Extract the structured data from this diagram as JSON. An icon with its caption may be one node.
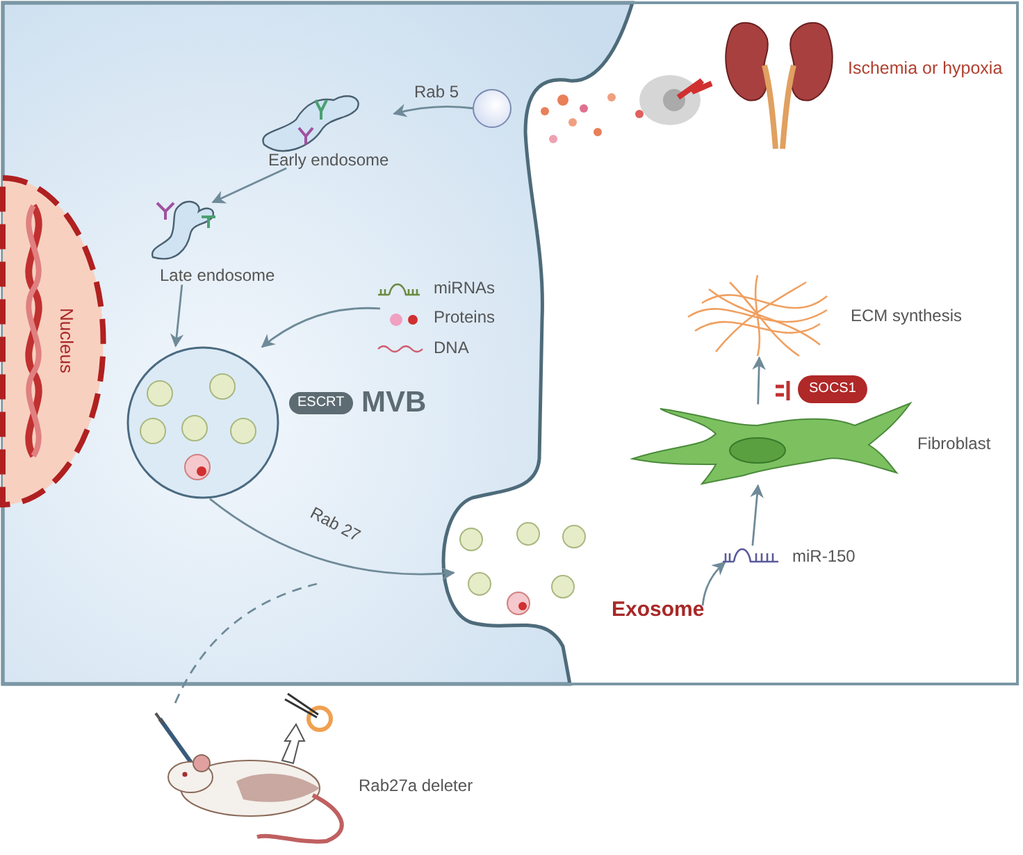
{
  "diagram": {
    "nodes": [
      {
        "text": [],
        "shape": "circle"
      },
      {
        "text": [
          "Early endosome"
        ]
      },
      {
        "text": [
          "Late endosome"
        ]
      },
      {
        "text": [
          "MVB"
        ]
      },
      {
        "text": [
          "ESCRT"
        ]
      },
      {
        "text": [
          "miRNAs",
          "Proteins",
          "DNA"
        ]
      },
      {
        "text": [
          "Exosome"
        ]
      },
      {
        "text": [
          "miR-150"
        ]
      },
      {
        "text": [
          "Fibroblast"
        ]
      },
      {
        "text": [
          "ECM synthesis"
        ]
      },
      {
        "text": [
          "SOCS1"
        ]
      },
      {
        "text": [
          "Ischemia or hypoxia"
        ]
      },
      {
        "text": [
          "Nucleus"
        ]
      },
      {
        "text": [
          "Rab27a deleter"
        ]
      }
    ],
    "edges": [
      {
        "from": 0,
        "to": 1,
        "arrow": "to",
        "label": "Rab 5"
      },
      {
        "from": 1,
        "to": 2,
        "arrow": "to"
      },
      {
        "from": 2,
        "to": 3,
        "arrow": "to"
      },
      {
        "from": 5,
        "to": 3,
        "arrow": "to"
      },
      {
        "from": 3,
        "to": 6,
        "arrow": "to",
        "label": "Rab 27"
      },
      {
        "from": 6,
        "to": 7,
        "arrow": "to"
      },
      {
        "from": 7,
        "to": 8,
        "arrow": "to"
      },
      {
        "from": 8,
        "to": 9,
        "arrow": "to"
      },
      {
        "from": 13,
        "to": null,
        "arrow": "none",
        "style": "dashed"
      }
    ]
  }
}
